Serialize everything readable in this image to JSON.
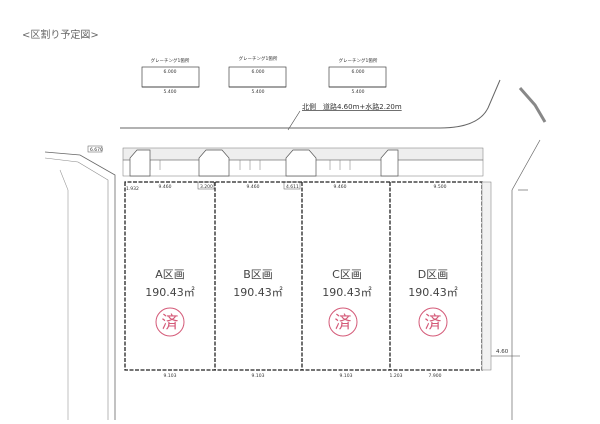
{
  "title": "<区割り予定図>",
  "details": [
    {
      "label": "グレーチング1箇所",
      "top_dim": "6.000",
      "bottom_dim": "5.400"
    },
    {
      "label": "グレーチング1箇所",
      "top_dim": "6.000",
      "bottom_dim": "5.400"
    },
    {
      "label": "グレーチング1箇所",
      "top_dim": "6.000",
      "bottom_dim": "5.400"
    }
  ],
  "road_label": "北側　道路4.60m+水路2.20m",
  "lots": [
    {
      "name": "A区画",
      "area": "190.43㎡",
      "stamp": "済",
      "top_dim": "9.460"
    },
    {
      "name": "B区画",
      "area": "190.43㎡",
      "stamp": "",
      "top_dim": "9.460"
    },
    {
      "name": "C区画",
      "area": "190.43㎡",
      "stamp": "済",
      "top_dim": "9.460"
    },
    {
      "name": "D区画",
      "area": "190.43㎡",
      "stamp": "済",
      "top_dim": "9.500"
    }
  ],
  "top_small_dims": [
    "6.670",
    "1.932",
    "3.200",
    "4.611"
  ],
  "bottom_dims": [
    "9.103",
    "9.103",
    "9.103",
    "1.203",
    "7.900"
  ],
  "side_dim": "4.60",
  "colors": {
    "stamp": "#d45a78",
    "line": "#333333"
  }
}
